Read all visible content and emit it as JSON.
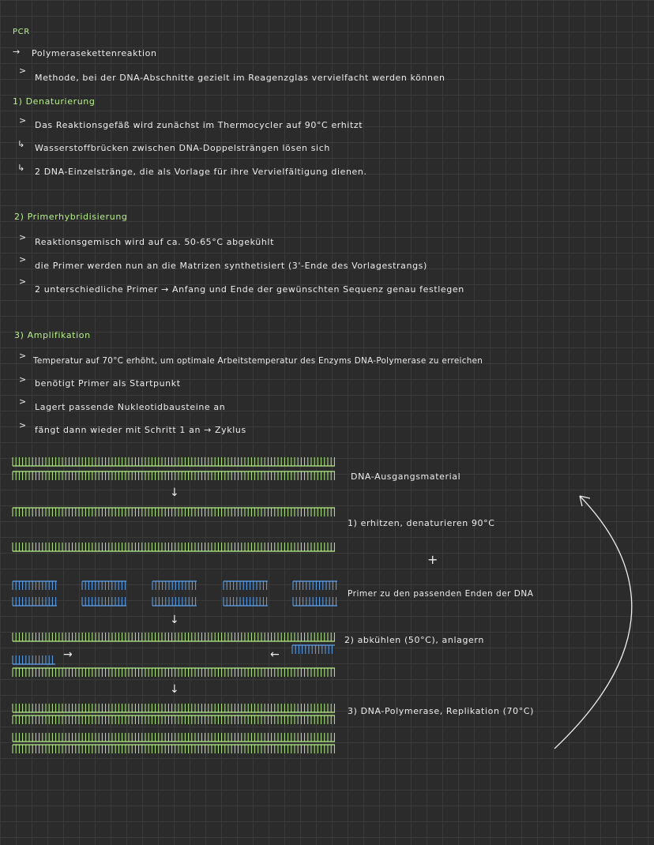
{
  "title": "PCR",
  "intro": {
    "arrow": "→",
    "term": "Polymerasekettenreaktion",
    "bullet": ">",
    "definition": "Methode, bei der DNA-Abschnitte gezielt im Reagenzglas vervielfacht werden können"
  },
  "step1": {
    "heading": "1) Denaturierung",
    "lines": [
      {
        "marker": ">",
        "text": "Das Reaktionsgefäß wird zunächst im Thermocycler auf 90°C erhitzt"
      },
      {
        "marker": "↳",
        "text": "Wasserstoffbrücken zwischen DNA-Doppelsträngen lösen sich"
      },
      {
        "marker": "↳",
        "text": "2 DNA-Einzelstränge, die als Vorlage für ihre Vervielfältigung dienen."
      }
    ]
  },
  "step2": {
    "heading": "2) Primerhybridisierung",
    "lines": [
      {
        "marker": ">",
        "text": "Reaktionsgemisch wird auf ca. 50-65°C abgekühlt"
      },
      {
        "marker": ">",
        "text": "die Primer werden nun an die Matrizen synthetisiert (3'-Ende des Vorlagestrangs)"
      },
      {
        "marker": ">",
        "text": "2 unterschiedliche Primer → Anfang und Ende der gewünschten Sequenz genau festlegen"
      }
    ]
  },
  "step3": {
    "heading": "3) Amplifikation",
    "lines": [
      {
        "marker": ">",
        "text": "Temperatur auf 70°C erhöht, um optimale Arbeitstemperatur des Enzyms DNA-Polymerase zu erreichen"
      },
      {
        "marker": ">",
        "text": "benötigt Primer als Startpunkt"
      },
      {
        "marker": ">",
        "text": "Lagert passende Nukleotidbausteine an"
      },
      {
        "marker": ">",
        "text": "fängt dann wieder mit Schritt 1 an → Zyklus"
      }
    ]
  },
  "diagram": {
    "labels": {
      "start": "DNA-Ausgangsmaterial",
      "heat": "1) erhitzen, denaturieren 90°C",
      "plus": "+",
      "primer": "Primer zu den passenden Enden der DNA",
      "cool": "2) abkühlen (50°C), anlagern",
      "poly": "3) DNA-Polymerase, Replikation (70°C)"
    },
    "down_arrow": "↓",
    "right_arrow": "→",
    "left_arrow": "←",
    "colors": {
      "strand": "#b6ef8a",
      "primer": "#5ea4f2",
      "text": "#ececec",
      "heading": "#b6ef8a"
    }
  }
}
